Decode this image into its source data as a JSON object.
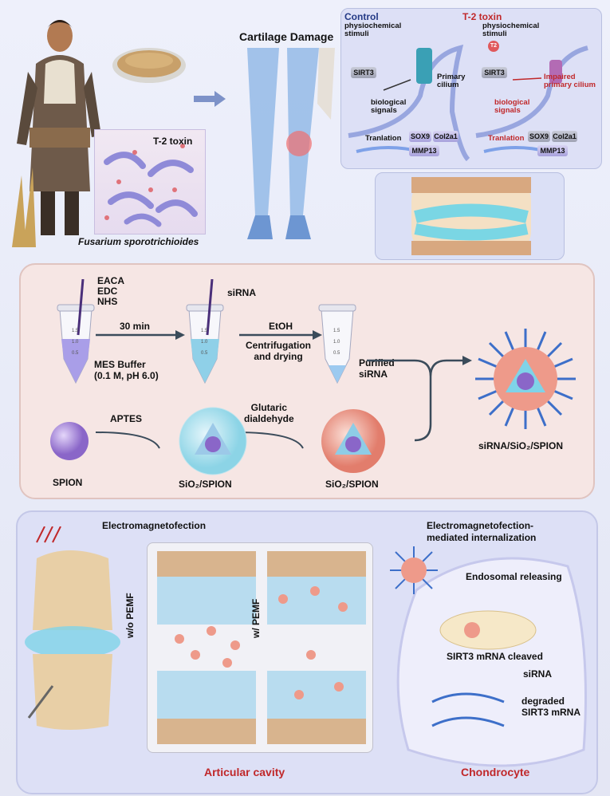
{
  "top": {
    "toxin_label": "T-2 toxin",
    "fungus_label": "Fusarium sporotrichioides",
    "cartilage_label": "Cartilage Damage",
    "control_panel": {
      "title": "Control",
      "stimuli": "physiochemical\nstimuli",
      "sirt3": "SIRT3",
      "primary_cilium": "Primary\ncilium",
      "bio_signals": "biological\nsignals",
      "translation": "Tranlation",
      "sox9": "SOX9",
      "col2a1": "Col2a1",
      "mmp13": "MMP13"
    },
    "toxin_panel": {
      "title": "T-2 toxin",
      "stimuli": "physiochemical\nstimuli",
      "t2_badge": "T2",
      "sirt3": "SIRT3",
      "impaired": "Impaired\nprimary cilium",
      "bio_signals": "biological\nsignals",
      "translation": "Tranlation",
      "sox9": "SOX9",
      "col2a1": "Col2a1",
      "mmp13": "MMP13"
    }
  },
  "synthesis": {
    "reagents": "EACA\nEDC\nNHS",
    "time": "30 min",
    "mes_buffer": "MES Buffer\n(0.1 M, pH 6.0)",
    "sirna": "siRNA",
    "etoh": "EtOH",
    "centrifugation": "Centrifugation\nand drying",
    "purified": "Purified\nsiRNA",
    "aptes": "APTES",
    "glutaric": "Glutaric\ndialdehyde",
    "spion": "SPION",
    "sio2_spion_a": "SiO₂/SPION",
    "sio2_spion_b": "SiO₂/SPION",
    "product": "siRNA/SiO₂/SPION",
    "tube_ticks": [
      "1.5",
      "1.0",
      "0.5"
    ]
  },
  "bottom": {
    "electromagnetofection": "Electromagnetofection",
    "pemf_without": "w/o PEMF",
    "pemf_with": "w/ PEMF",
    "articular_cavity": "Articular cavity",
    "internalization": "Electromagnetofection-\nmediated internalization",
    "endosomal": "Endosomal releasing",
    "sirt3_cleaved": "SIRT3 mRNA cleaved",
    "sirna": "siRNA",
    "degraded": "degraded\nSIRT3 mRNA",
    "chondrocyte": "Chondrocyte"
  },
  "colors": {
    "accent_red": "#c0282a",
    "panel_blue": "#dde0f6",
    "panel_pink": "#f6e6e4",
    "particle_purple": "#9b7fd6",
    "sirna_blue": "#3d6fc9"
  }
}
